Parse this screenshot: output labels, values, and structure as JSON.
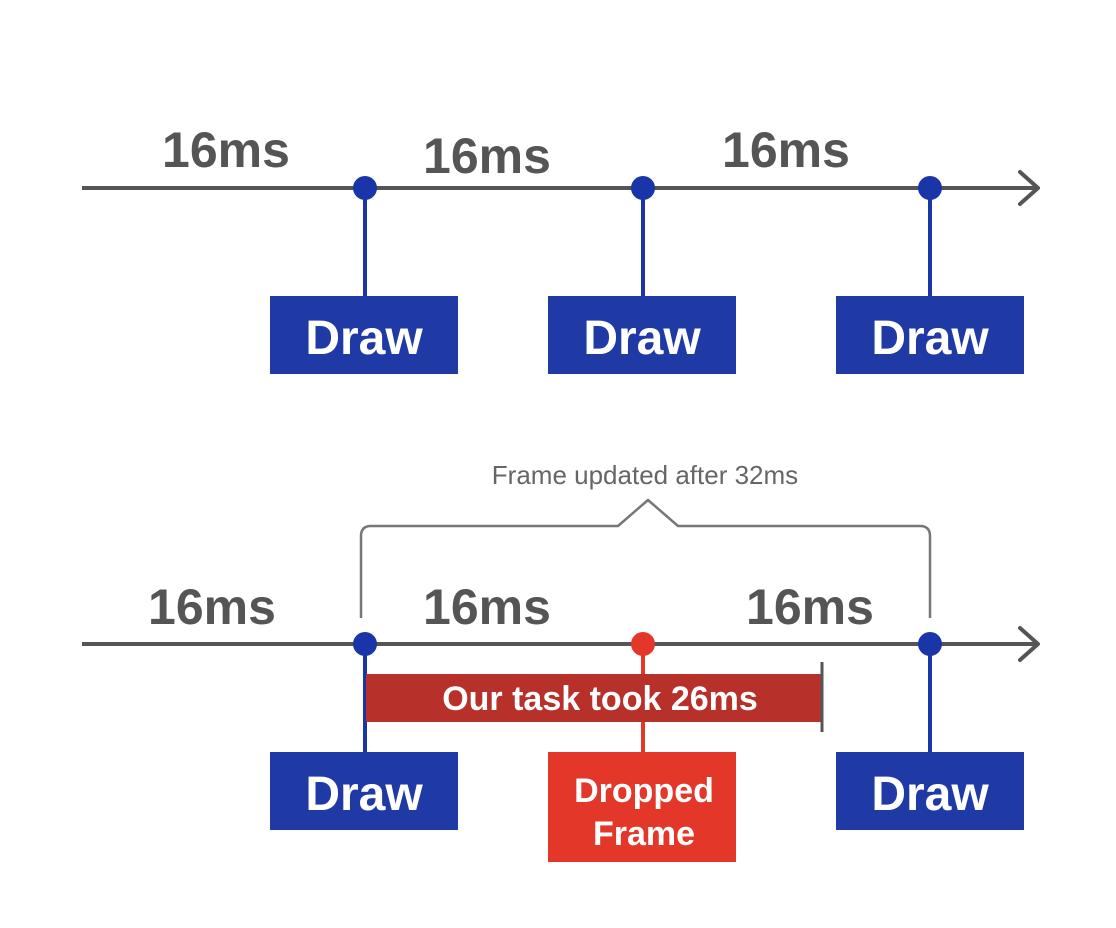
{
  "colors": {
    "axis": "#555555",
    "text_dark": "#555555",
    "marker_blue": "#1a35a8",
    "draw_box_blue": "#1f3aa4",
    "dropped_red": "#e3372a",
    "task_bar_red": "#b8302a",
    "bracket_gray": "#777777",
    "white": "#ffffff"
  },
  "timeline_top": {
    "intervals": [
      "16ms",
      "16ms",
      "16ms"
    ],
    "frames": [
      {
        "label": "Draw"
      },
      {
        "label": "Draw"
      },
      {
        "label": "Draw"
      }
    ]
  },
  "timeline_bottom": {
    "bracket_label": "Frame updated after 32ms",
    "intervals": [
      "16ms",
      "16ms",
      "16ms"
    ],
    "task_bar_label": "Our task took 26ms",
    "frames": [
      {
        "label": "Draw"
      },
      {
        "label_line1": "Dropped",
        "label_line2": "Frame"
      },
      {
        "label": "Draw"
      }
    ]
  }
}
